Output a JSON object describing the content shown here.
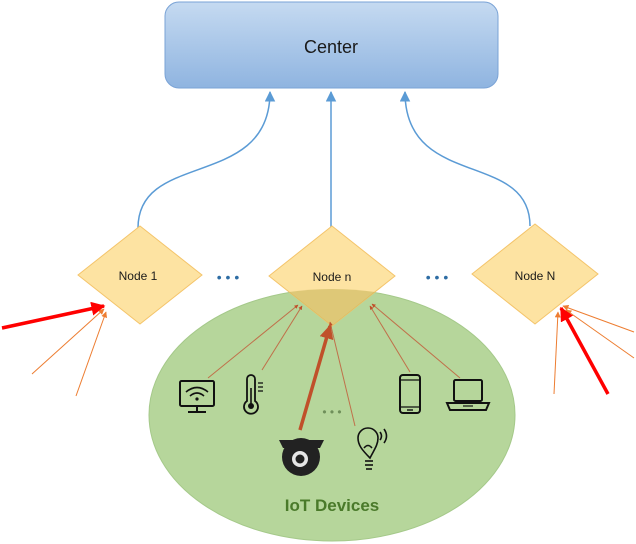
{
  "center": {
    "label": "Center"
  },
  "nodes": [
    {
      "label": "Node 1"
    },
    {
      "label": "Node n"
    },
    {
      "label": "Node N"
    }
  ],
  "ellipsis": "• • •",
  "devices_group": {
    "label": "IoT Devices"
  },
  "devices": [
    {
      "icon": "wireless-display-icon"
    },
    {
      "icon": "thermometer-icon"
    },
    {
      "icon": "security-camera-icon"
    },
    {
      "icon": "smart-bulb-icon"
    },
    {
      "icon": "smartphone-icon"
    },
    {
      "icon": "laptop-icon"
    }
  ],
  "colors": {
    "center_fill": "#9dc0e6",
    "node_fill": "#fde3a2",
    "group_fill": "#b6d69b",
    "link_blue": "#5b9bd5",
    "arrow_orange": "#ed7d31",
    "arrow_red": "#ff0000",
    "group_text": "#4a7a2a"
  }
}
